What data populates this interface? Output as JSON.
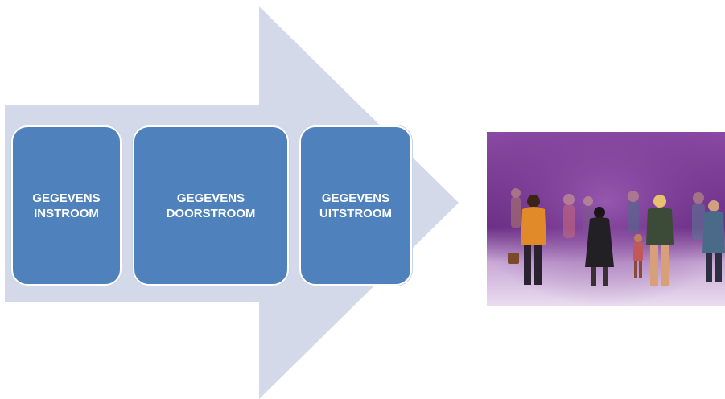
{
  "diagram": {
    "colors": {
      "arrow": "#d3d9e8",
      "box": "#4f81bd",
      "box_text": "#ffffff"
    },
    "steps": [
      {
        "line1": "GEGEVENS",
        "line2": "INSTROOM"
      },
      {
        "line1": "GEGEVENS",
        "line2": "DOORSTROOM"
      },
      {
        "line1": "GEGEVENS",
        "line2": "UITSTROOM"
      }
    ]
  },
  "photo": {
    "subject": "crowd-of-miniature-people-figures",
    "background_color": "#7a3f92"
  }
}
